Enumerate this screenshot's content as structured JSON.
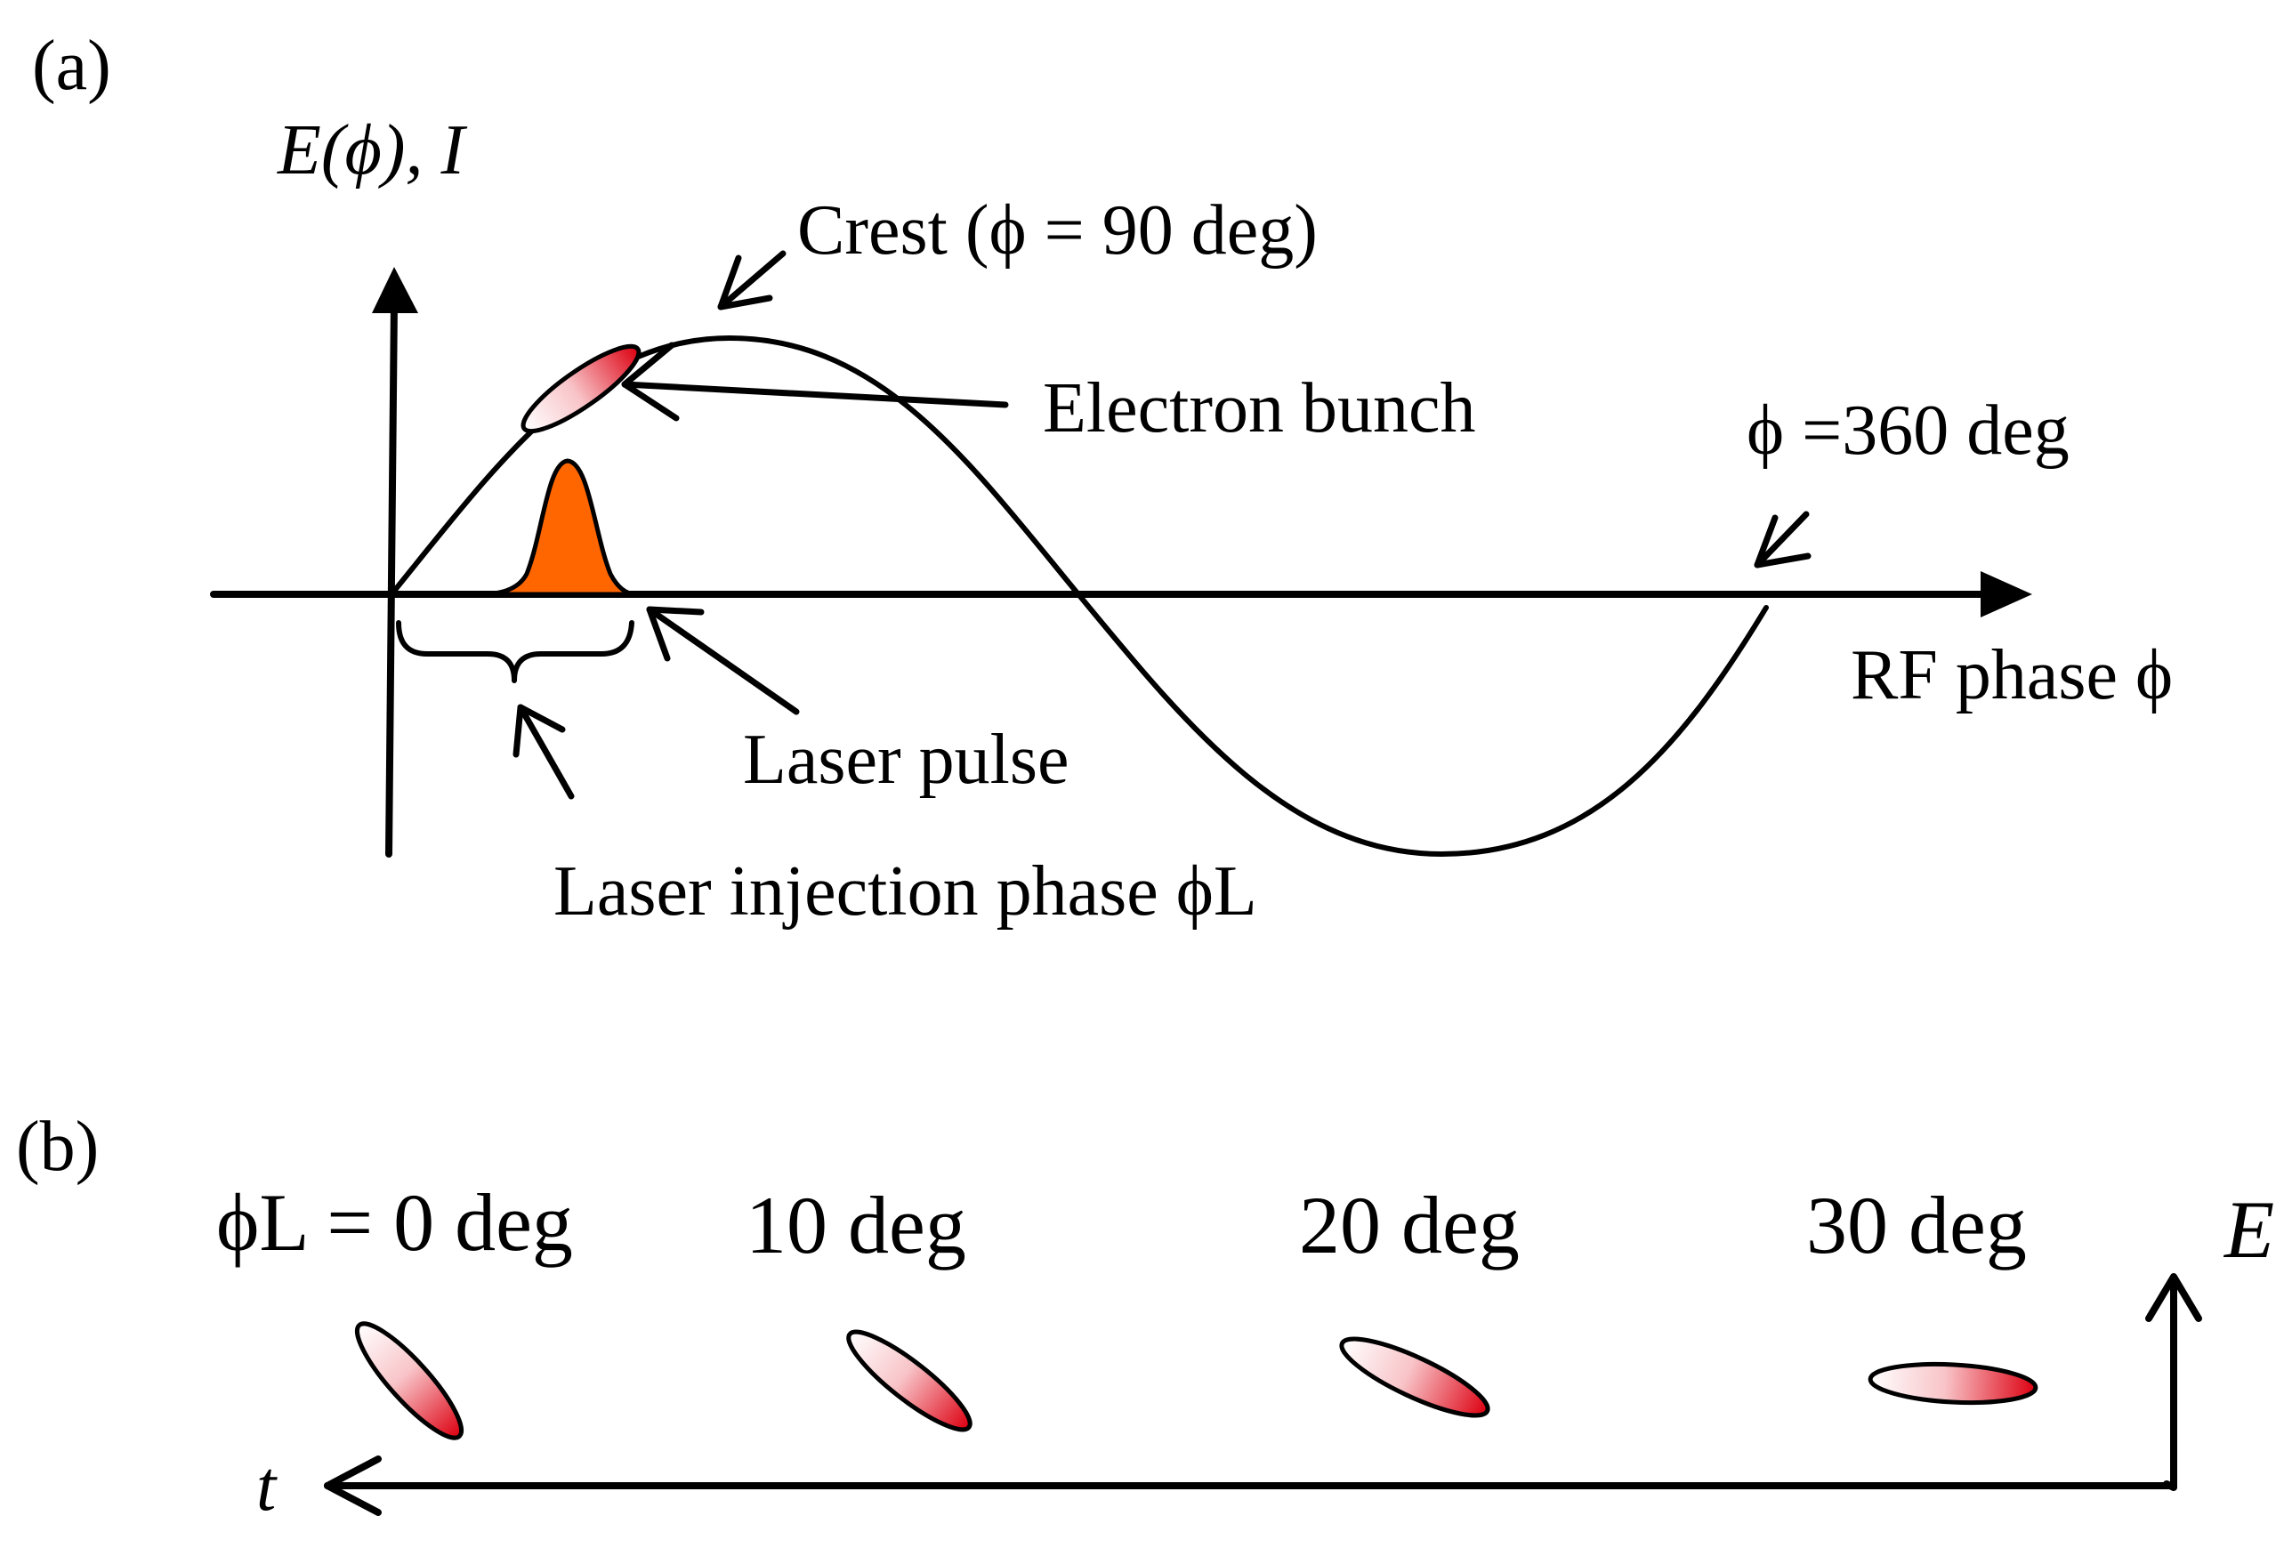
{
  "panel_a": {
    "label": "(a)",
    "y_axis_label": "E(ϕ), I",
    "x_axis_label": "RF phase ϕ",
    "crest_label": "Crest (ϕ = 90 deg)",
    "electron_bunch_label": "Electron bunch",
    "end_phase_label": "ϕ =360 deg",
    "laser_pulse_label": "Laser pulse",
    "injection_phase_label": "Laser injection phase ϕL",
    "colors": {
      "laser_pulse": "#ff6600",
      "bunch_red": "#dd0011",
      "bunch_white": "#ffffff"
    }
  },
  "panel_b": {
    "label": "(b)",
    "phase_labels": [
      "ϕL = 0 deg",
      "10 deg",
      "20 deg",
      "30 deg"
    ],
    "energy_axis_label": "E",
    "time_axis_label": "t"
  }
}
